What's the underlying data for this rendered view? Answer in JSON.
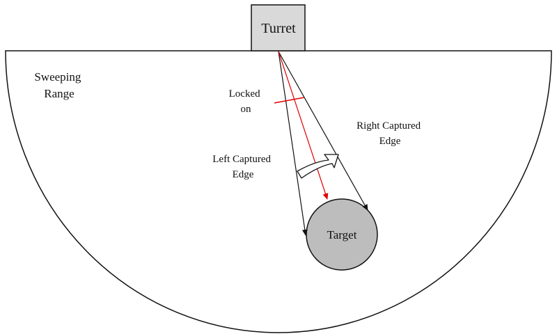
{
  "labels": {
    "turret": "Turret",
    "target": "Target",
    "sweeping_range": [
      "Sweeping",
      "Range"
    ],
    "locked_on": [
      "Locked",
      "on"
    ],
    "left_edge": [
      "Left Captured",
      "Edge"
    ],
    "right_edge": [
      "Right Captured",
      "Edge"
    ]
  },
  "colors": {
    "outline": "#111111",
    "turret_fill": "#d9d9d9",
    "target_fill": "#bdbdbd",
    "lock_line": "#e00000",
    "background": "#ffffff"
  }
}
